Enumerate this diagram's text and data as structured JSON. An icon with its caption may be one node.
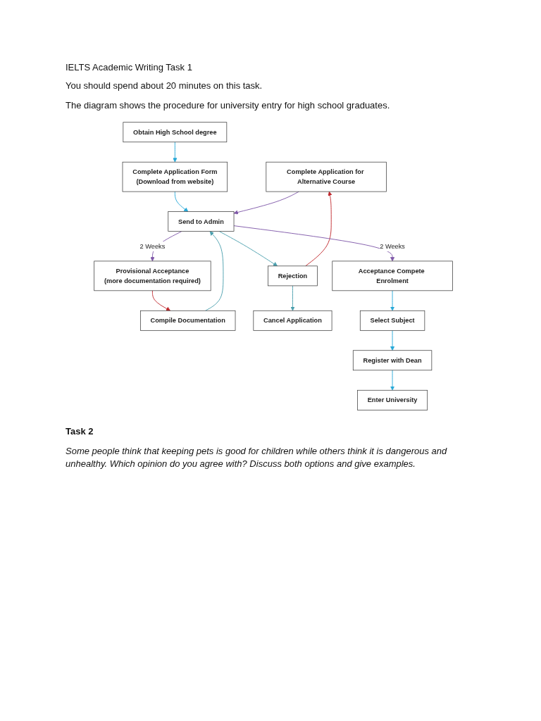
{
  "diagram": {
    "title": "IELTS Academic Writing Task 1",
    "nodes": [
      {
        "text": [
          "Obtain High School degree"
        ]
      },
      {
        "text": [
          "Complete Application for Alternative Course"
        ]
      },
      {
        "text": [
          "Complete Application Form",
          "(Download from website)"
        ]
      },
      {
        "text": [
          "Compile Documentation"
        ]
      },
      {
        "text": [
          "Send to Admin"
        ]
      },
      {
        "text": [
          "Rejection"
        ]
      },
      {
        "text": [
          "Cancel Application"
        ]
      },
      {
        "text": [
          "Provisional Acceptance",
          "(more documentation required)"
        ]
      },
      {
        "text": [
          "Acceptance Compete Enrolment"
        ]
      },
      {
        "text": [
          "Select Subject"
        ]
      },
      {
        "text": [
          "Register with Dean"
        ]
      },
      {
        "text": [
          "Enter University"
        ]
      }
    ],
    "edges": [
      {
        "from": 0,
        "to": 2,
        "arrow": "to"
      },
      {
        "from": 2,
        "to": 4,
        "arrow": "to"
      },
      {
        "from": 1,
        "to": 4,
        "arrow": "to",
        "color": "#7e57a8"
      },
      {
        "from": 5,
        "to": 1,
        "arrow": "to",
        "color": "#c0282d"
      },
      {
        "from": 3,
        "to": 4,
        "arrow": "to",
        "color": "#4b9fae"
      },
      {
        "from": 4,
        "to": 5,
        "arrow": "to",
        "color": "#4b9fae"
      },
      {
        "from": 5,
        "to": 6,
        "arrow": "to",
        "color": "#4b9fae"
      },
      {
        "from": 4,
        "to": 7,
        "arrow": "to",
        "label": "2 Weeks",
        "color": "#7e57a8"
      },
      {
        "from": 4,
        "to": 8,
        "arrow": "to",
        "label": "2 Weeks",
        "color": "#7e57a8"
      },
      {
        "from": 7,
        "to": 3,
        "arrow": "to",
        "color": "#c0282d"
      },
      {
        "from": 8,
        "to": 9,
        "arrow": "to"
      },
      {
        "from": 9,
        "to": 10,
        "arrow": "to"
      },
      {
        "from": 10,
        "to": 11,
        "arrow": "to"
      }
    ],
    "labels": [
      "You should spend about 20 minutes on this task.",
      "The diagram shows the procedure for university entry for high school graduates.",
      "Task 2",
      "Some people think that keeping pets is good for children while others think it is dangerous and unhealthy. Which opinion do you agree with? Discuss both options and give examples."
    ]
  }
}
